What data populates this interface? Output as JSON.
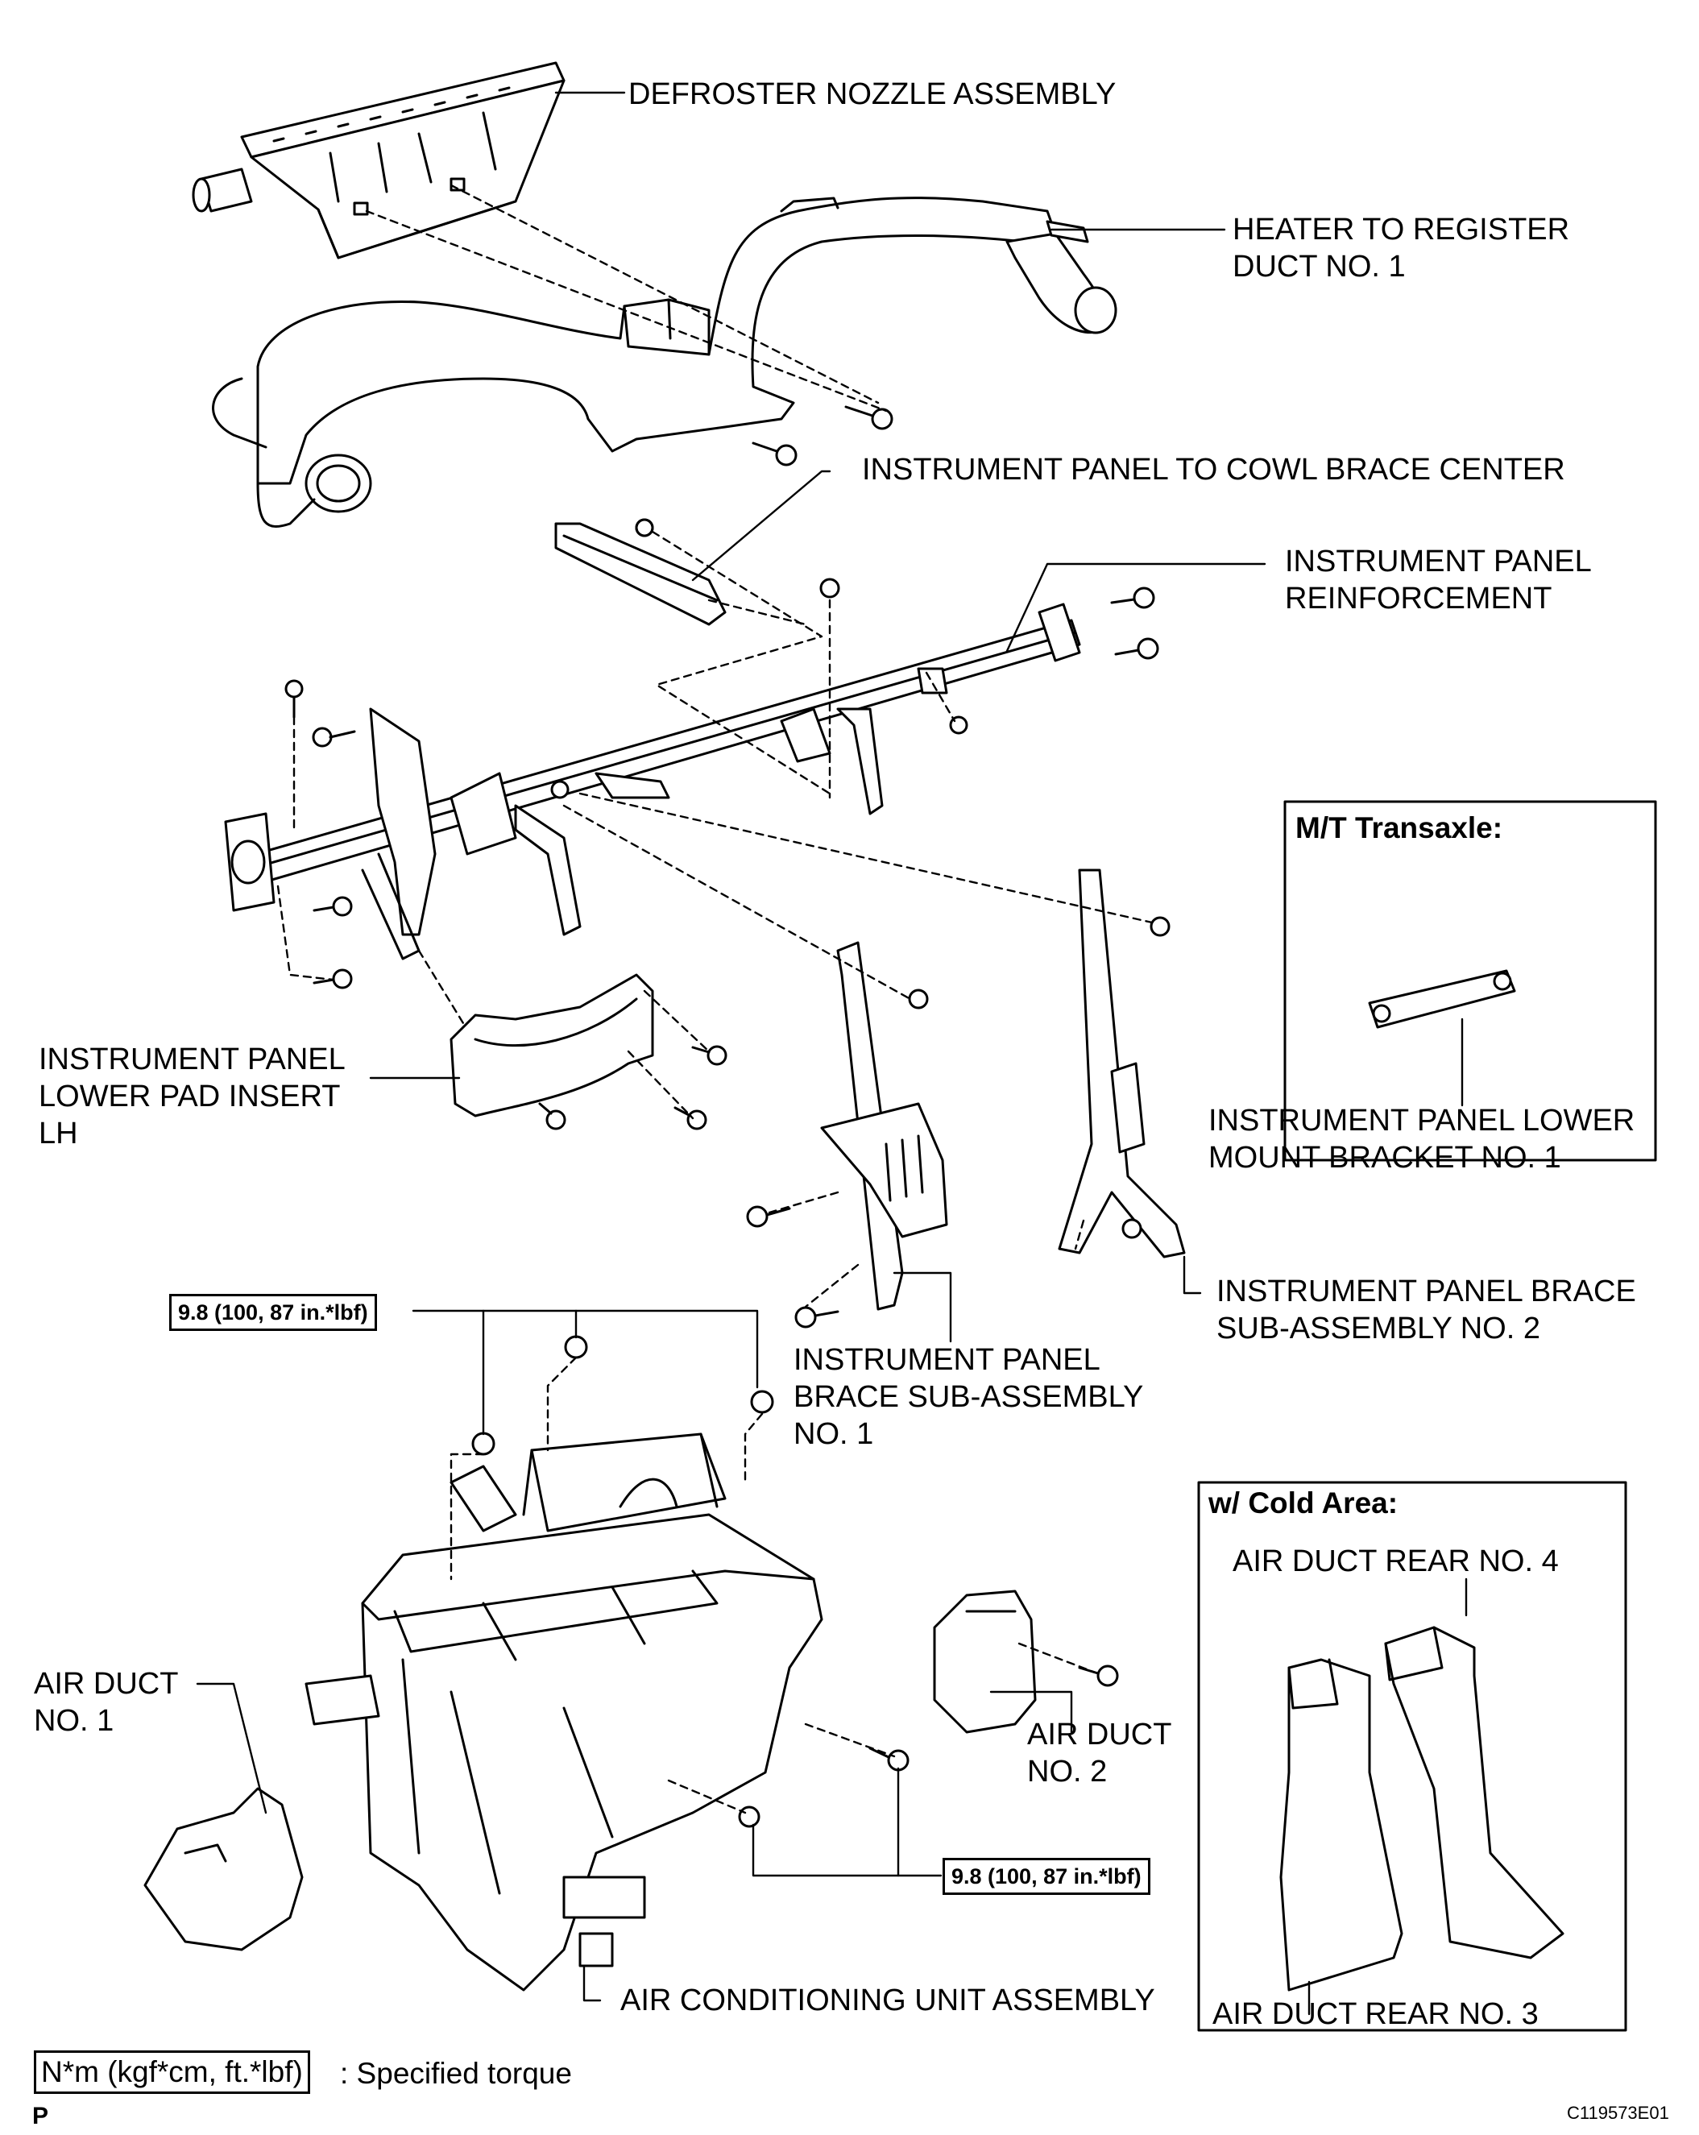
{
  "labels": {
    "defroster": [
      "DEFROSTER NOZZLE ASSEMBLY"
    ],
    "heater_duct": [
      "HEATER TO REGISTER",
      "DUCT NO. 1"
    ],
    "cowl_brace": [
      "INSTRUMENT PANEL TO COWL BRACE CENTER"
    ],
    "reinforcement": [
      "INSTRUMENT PANEL",
      "REINFORCEMENT"
    ],
    "lower_pad": [
      "INSTRUMENT PANEL",
      "LOWER PAD INSERT",
      "LH"
    ],
    "lower_mount": [
      "INSTRUMENT PANEL LOWER",
      "MOUNT BRACKET NO. 1"
    ],
    "brace_no2": [
      "INSTRUMENT PANEL BRACE",
      "SUB-ASSEMBLY NO. 2"
    ],
    "brace_no1": [
      "INSTRUMENT PANEL",
      "BRACE SUB-ASSEMBLY",
      "NO. 1"
    ],
    "air_duct_1": [
      "AIR DUCT",
      "NO. 1"
    ],
    "air_duct_2": [
      "AIR DUCT",
      "NO. 2"
    ],
    "ac_unit": [
      "AIR CONDITIONING UNIT ASSEMBLY"
    ],
    "rear_4": [
      "AIR DUCT REAR NO. 4"
    ],
    "rear_3": [
      "AIR DUCT REAR NO. 3"
    ]
  },
  "boxes": {
    "mt_transaxle": "M/T Transaxle:",
    "cold_area": "w/ Cold Area:"
  },
  "torque_specs": [
    "9.8 (100, 87 in.*lbf)",
    "9.8 (100, 87 in.*lbf)"
  ],
  "legend": {
    "unit_box": "N*m (kgf*cm, ft.*lbf)",
    "description": ": Specified torque"
  },
  "corner_letter": "P",
  "figure_code": "C119573E01"
}
